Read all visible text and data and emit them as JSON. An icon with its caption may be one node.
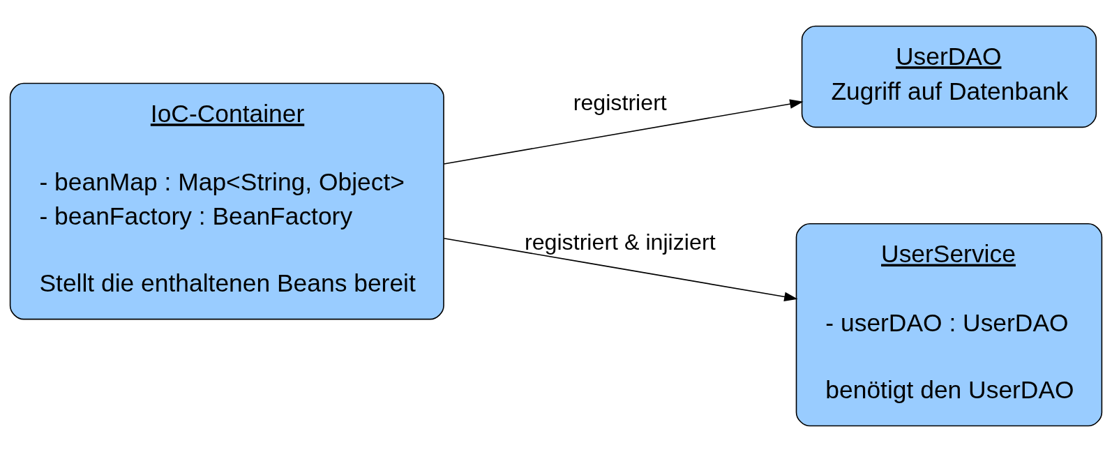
{
  "diagram": {
    "nodes": [
      {
        "text": [
          "IoC-Container",
          "- beanMap : Map<String, Object>",
          "- beanFactory : BeanFactory",
          "Stellt die enthaltenen Beans bereit"
        ]
      },
      {
        "text": [
          "UserDAO",
          "Zugriff auf Datenbank"
        ]
      },
      {
        "text": [
          "UserService",
          "- userDAO : UserDAO",
          "benötigt den UserDAO"
        ]
      }
    ],
    "edges": [
      {
        "from": 0,
        "to": 1,
        "arrow": "to",
        "label": "registriert"
      },
      {
        "from": 0,
        "to": 2,
        "arrow": "to",
        "label": "registriert & injiziert"
      }
    ]
  }
}
